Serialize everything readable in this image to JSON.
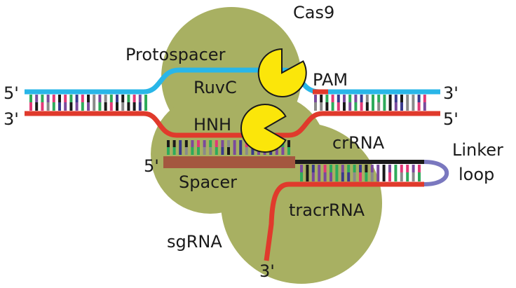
{
  "labels": {
    "cas9": "Cas9",
    "protospacer": "Protospacer",
    "pam": "PAM",
    "ruvc": "RuvC",
    "hnh": "HNH",
    "crrna": "crRNA",
    "linker_line1": "Linker",
    "linker_line2": "loop",
    "spacer": "Spacer",
    "tracrrna": "tracrRNA",
    "sgrna": "sgRNA",
    "top_left_end": "5'",
    "top_right_end": "3'",
    "bottom_left_end": "3'",
    "bottom_right_end": "5'",
    "spacer_end": "5'",
    "tail_end": "3'"
  },
  "colors": {
    "protein": "#a8b062",
    "target_strand": "#29b6e8",
    "nontarget_strand": "#e03a2c",
    "pam": "#e03a2c",
    "domain": "#fbe60a",
    "spacer": "#a4573f",
    "crrna": "#1a1a1a",
    "linker": "#7a78bf",
    "base_colors": [
      "#7a4a9c",
      "#1a1a1a",
      "#2eaa5b",
      "#e23876",
      "#3a3a8c",
      "#8a8a8a"
    ]
  }
}
